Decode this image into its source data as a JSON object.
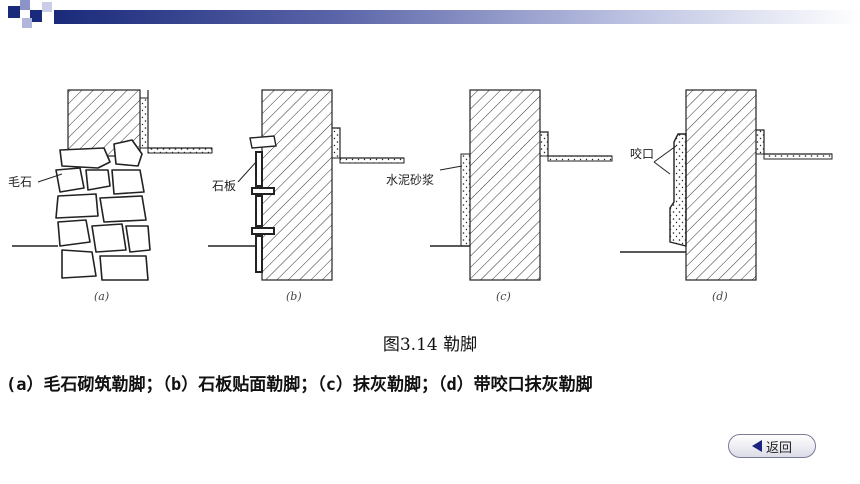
{
  "labels": {
    "rubble": "毛石",
    "slab": "石板",
    "mortar": "水泥砂浆",
    "bite": "咬口"
  },
  "sub_labels": [
    "(a)",
    "(b)",
    "(c)",
    "(d)"
  ],
  "figure_title": "图3.14  勒脚",
  "caption": "(a）毛石砌筑勒脚；（b）石板贴面勒脚；（c）抹灰勒脚；（d）带咬口抹灰勒脚",
  "back_button": {
    "label": "返回"
  },
  "colors": {
    "header_dark": "#1a2a7a",
    "back_arrow": "#1a237e"
  }
}
